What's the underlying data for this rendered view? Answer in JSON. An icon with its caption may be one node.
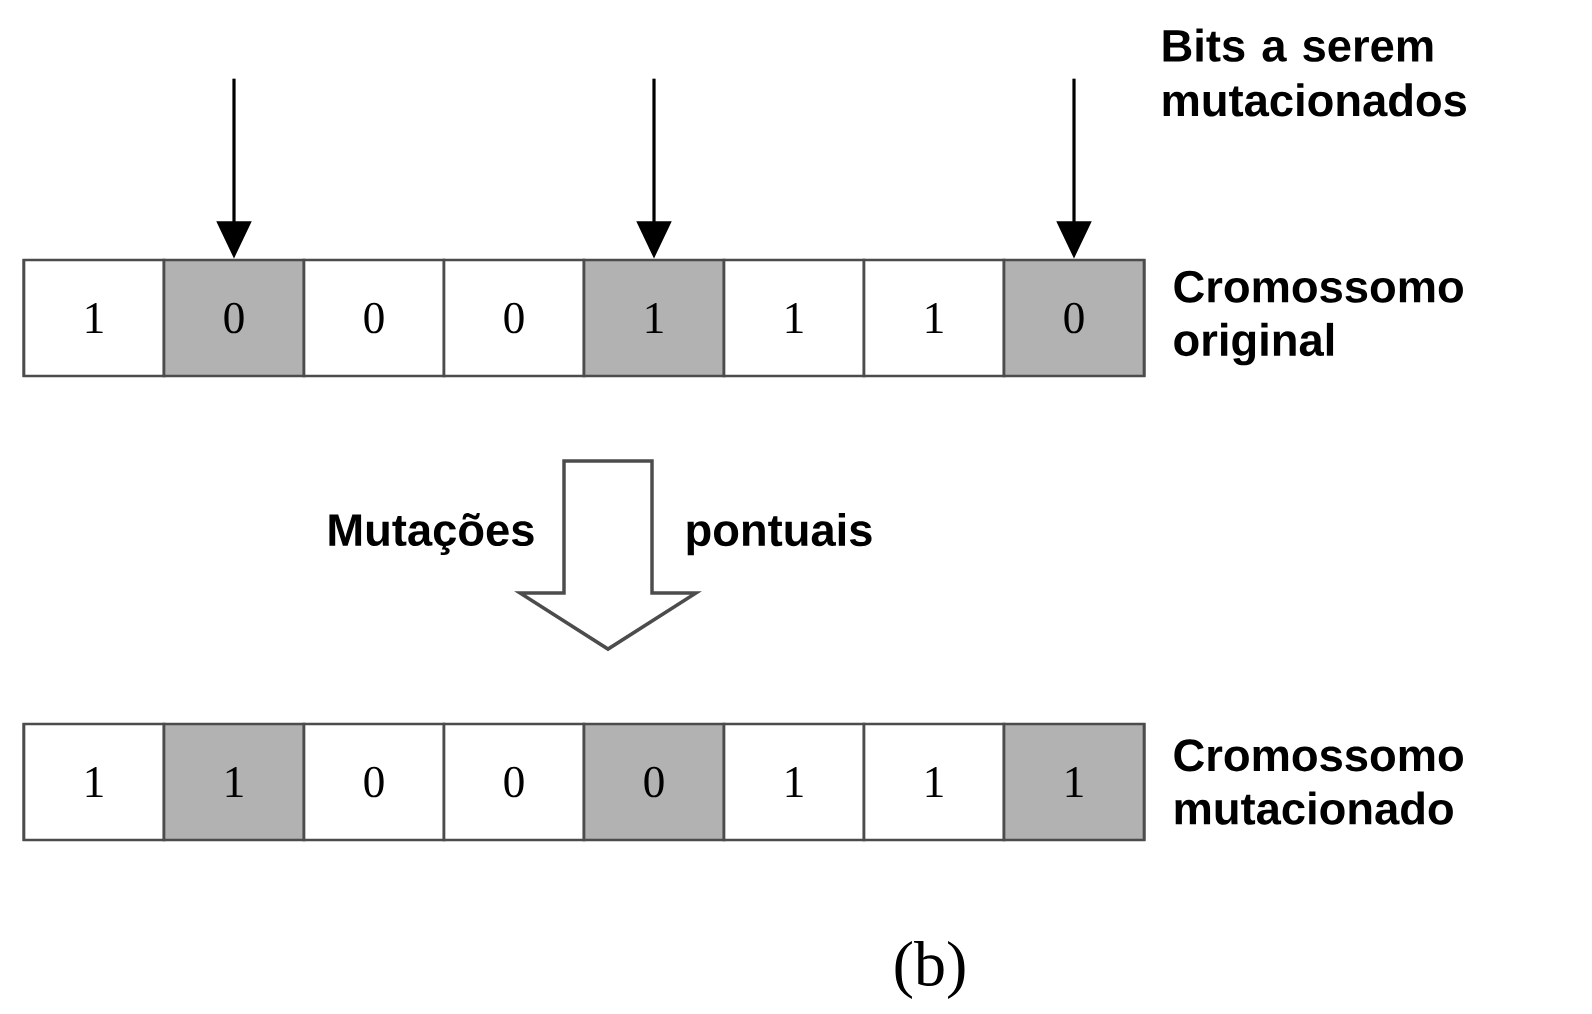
{
  "diagram": {
    "caption": "(b)",
    "nodes": [
      {
        "text": [],
        "shape": "bar",
        "beside": [
          "Cromossomo original"
        ]
      },
      {
        "text": [
          "1"
        ],
        "in": 0
      },
      {
        "text": [
          "0"
        ],
        "in": 0
      },
      {
        "text": [
          "0"
        ],
        "in": 0
      },
      {
        "text": [
          "0"
        ],
        "in": 0
      },
      {
        "text": [
          "1"
        ],
        "in": 0
      },
      {
        "text": [
          "1"
        ],
        "in": 0
      },
      {
        "text": [
          "1"
        ],
        "in": 0
      },
      {
        "text": [
          "0"
        ],
        "in": 0
      },
      {
        "text": [],
        "shape": "bar",
        "beside": [
          "Cromossomo mutacionado"
        ]
      },
      {
        "text": [
          "1"
        ],
        "in": 9
      },
      {
        "text": [
          "1"
        ],
        "in": 9
      },
      {
        "text": [
          "0"
        ],
        "in": 9
      },
      {
        "text": [
          "0"
        ],
        "in": 9
      },
      {
        "text": [
          "0"
        ],
        "in": 9
      },
      {
        "text": [
          "1"
        ],
        "in": 9
      },
      {
        "text": [
          "1"
        ],
        "in": 9
      },
      {
        "text": [
          "1"
        ],
        "in": 9
      }
    ],
    "edges": [
      {
        "from": null,
        "to": 2,
        "arrow": "to"
      },
      {
        "from": null,
        "to": 5,
        "arrow": "to"
      },
      {
        "from": null,
        "to": 8,
        "arrow": "to"
      },
      {
        "from": 0,
        "to": 9,
        "arrow": "to",
        "style": "thick"
      }
    ],
    "labels": [
      "Bits a serem mutacionados",
      "Mutações",
      "pontuais"
    ]
  }
}
